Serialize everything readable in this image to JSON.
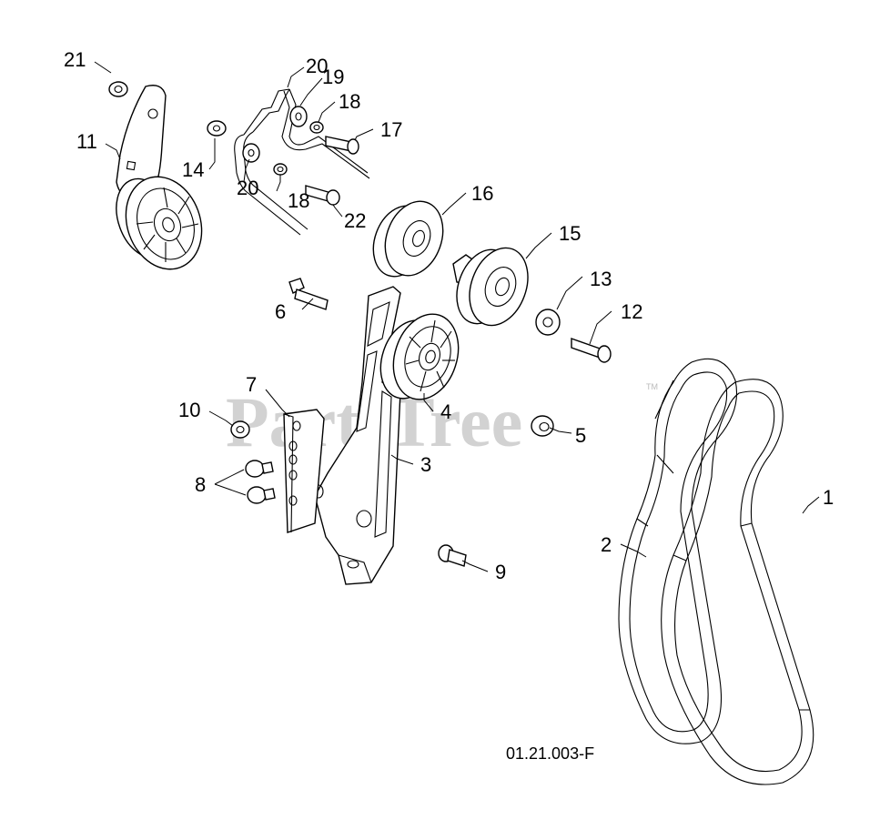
{
  "diagram": {
    "drawing_code": "01.21.003-F",
    "watermark": "PartsTree",
    "watermark_mark": "TM",
    "callouts": [
      {
        "id": "c1",
        "label": "1"
      },
      {
        "id": "c2",
        "label": "2"
      },
      {
        "id": "c3",
        "label": "3"
      },
      {
        "id": "c4",
        "label": "4"
      },
      {
        "id": "c5",
        "label": "5"
      },
      {
        "id": "c6",
        "label": "6"
      },
      {
        "id": "c7",
        "label": "7"
      },
      {
        "id": "c8",
        "label": "8"
      },
      {
        "id": "c9",
        "label": "9"
      },
      {
        "id": "c10",
        "label": "10"
      },
      {
        "id": "c11",
        "label": "11"
      },
      {
        "id": "c12",
        "label": "12"
      },
      {
        "id": "c13",
        "label": "13"
      },
      {
        "id": "c14",
        "label": "14"
      },
      {
        "id": "c15",
        "label": "15"
      },
      {
        "id": "c16",
        "label": "16"
      },
      {
        "id": "c17",
        "label": "17"
      },
      {
        "id": "c18a",
        "label": "18"
      },
      {
        "id": "c18b",
        "label": "18"
      },
      {
        "id": "c19",
        "label": "19"
      },
      {
        "id": "c20a",
        "label": "20"
      },
      {
        "id": "c20b",
        "label": "20"
      },
      {
        "id": "c21",
        "label": "21"
      },
      {
        "id": "c22",
        "label": "22"
      }
    ]
  }
}
